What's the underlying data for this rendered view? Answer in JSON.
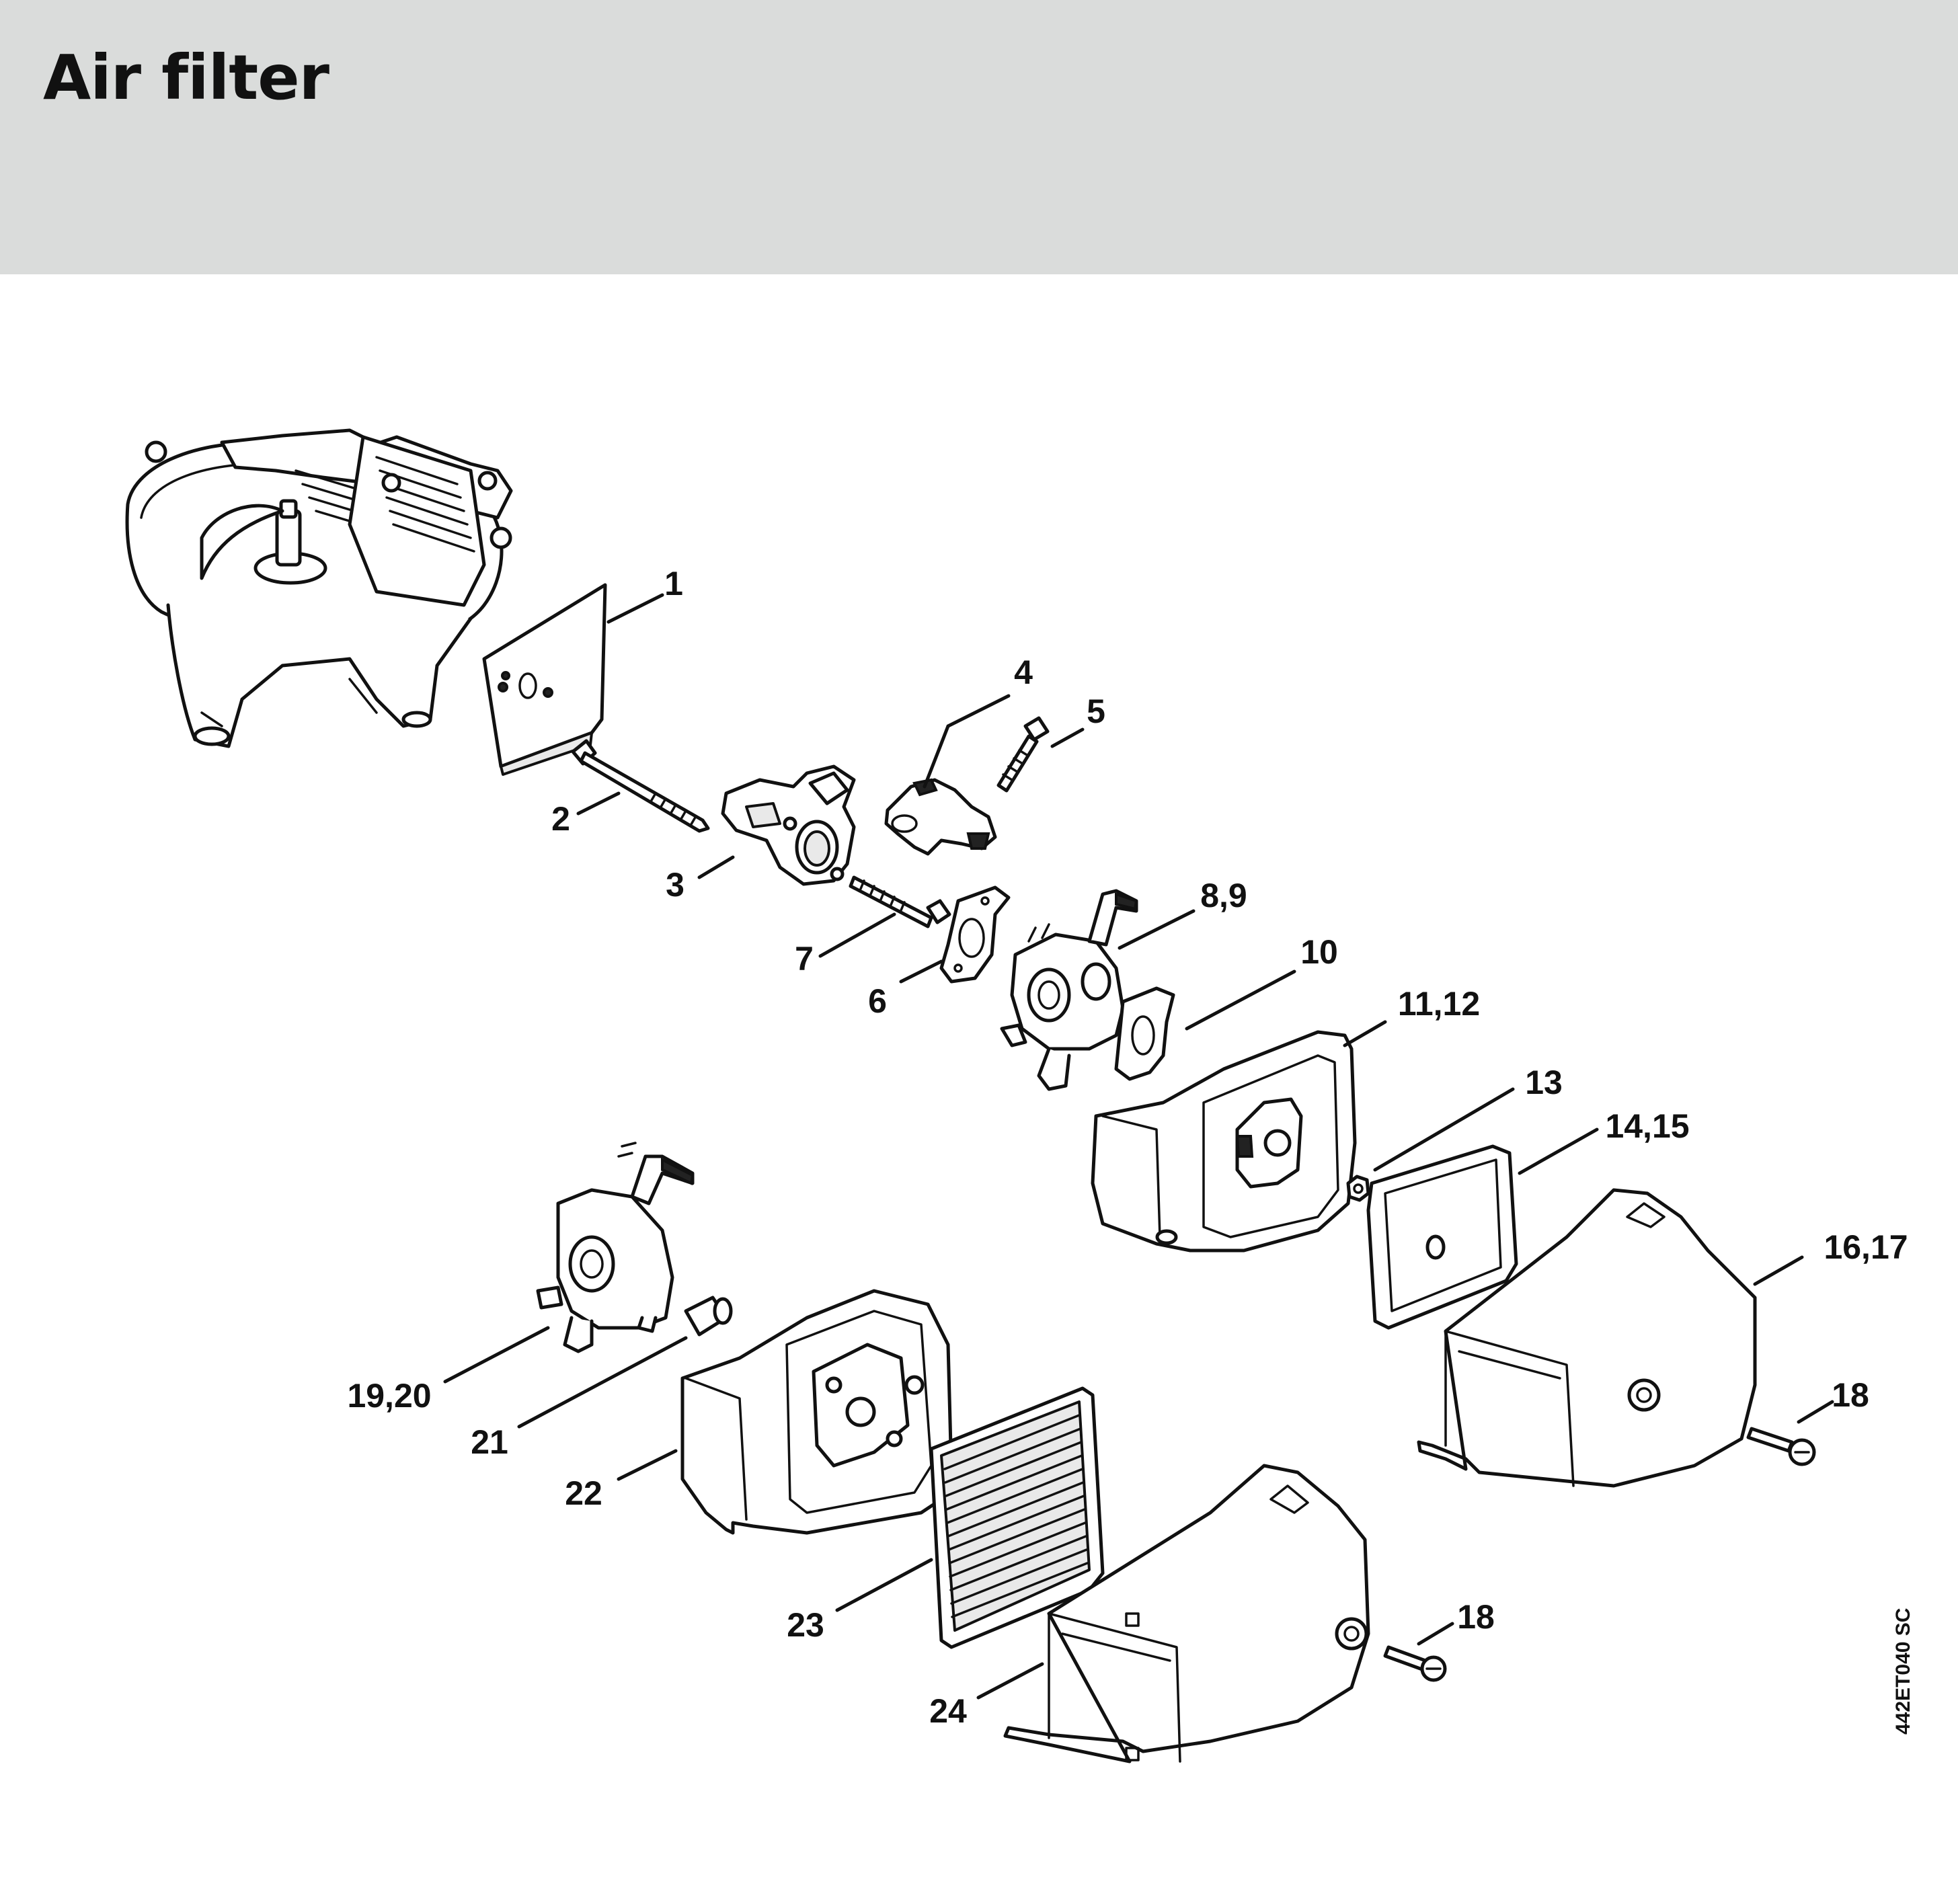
{
  "title": "Air filter",
  "doc_code": "442ET040 SC",
  "callouts": [
    {
      "id": "1",
      "label": "1"
    },
    {
      "id": "2",
      "label": "2"
    },
    {
      "id": "3",
      "label": "3"
    },
    {
      "id": "4",
      "label": "4"
    },
    {
      "id": "5",
      "label": "5"
    },
    {
      "id": "6",
      "label": "6"
    },
    {
      "id": "7",
      "label": "7"
    },
    {
      "id": "8-9",
      "label": "8,9"
    },
    {
      "id": "10",
      "label": "10"
    },
    {
      "id": "11-12",
      "label": "11,12"
    },
    {
      "id": "13",
      "label": "13"
    },
    {
      "id": "14-15",
      "label": "14,15"
    },
    {
      "id": "16-17",
      "label": "16,17"
    },
    {
      "id": "18a",
      "label": "18"
    },
    {
      "id": "18b",
      "label": "18"
    },
    {
      "id": "19-20",
      "label": "19,20"
    },
    {
      "id": "21",
      "label": "21"
    },
    {
      "id": "22",
      "label": "22"
    },
    {
      "id": "23",
      "label": "23"
    },
    {
      "id": "24",
      "label": "24"
    }
  ]
}
